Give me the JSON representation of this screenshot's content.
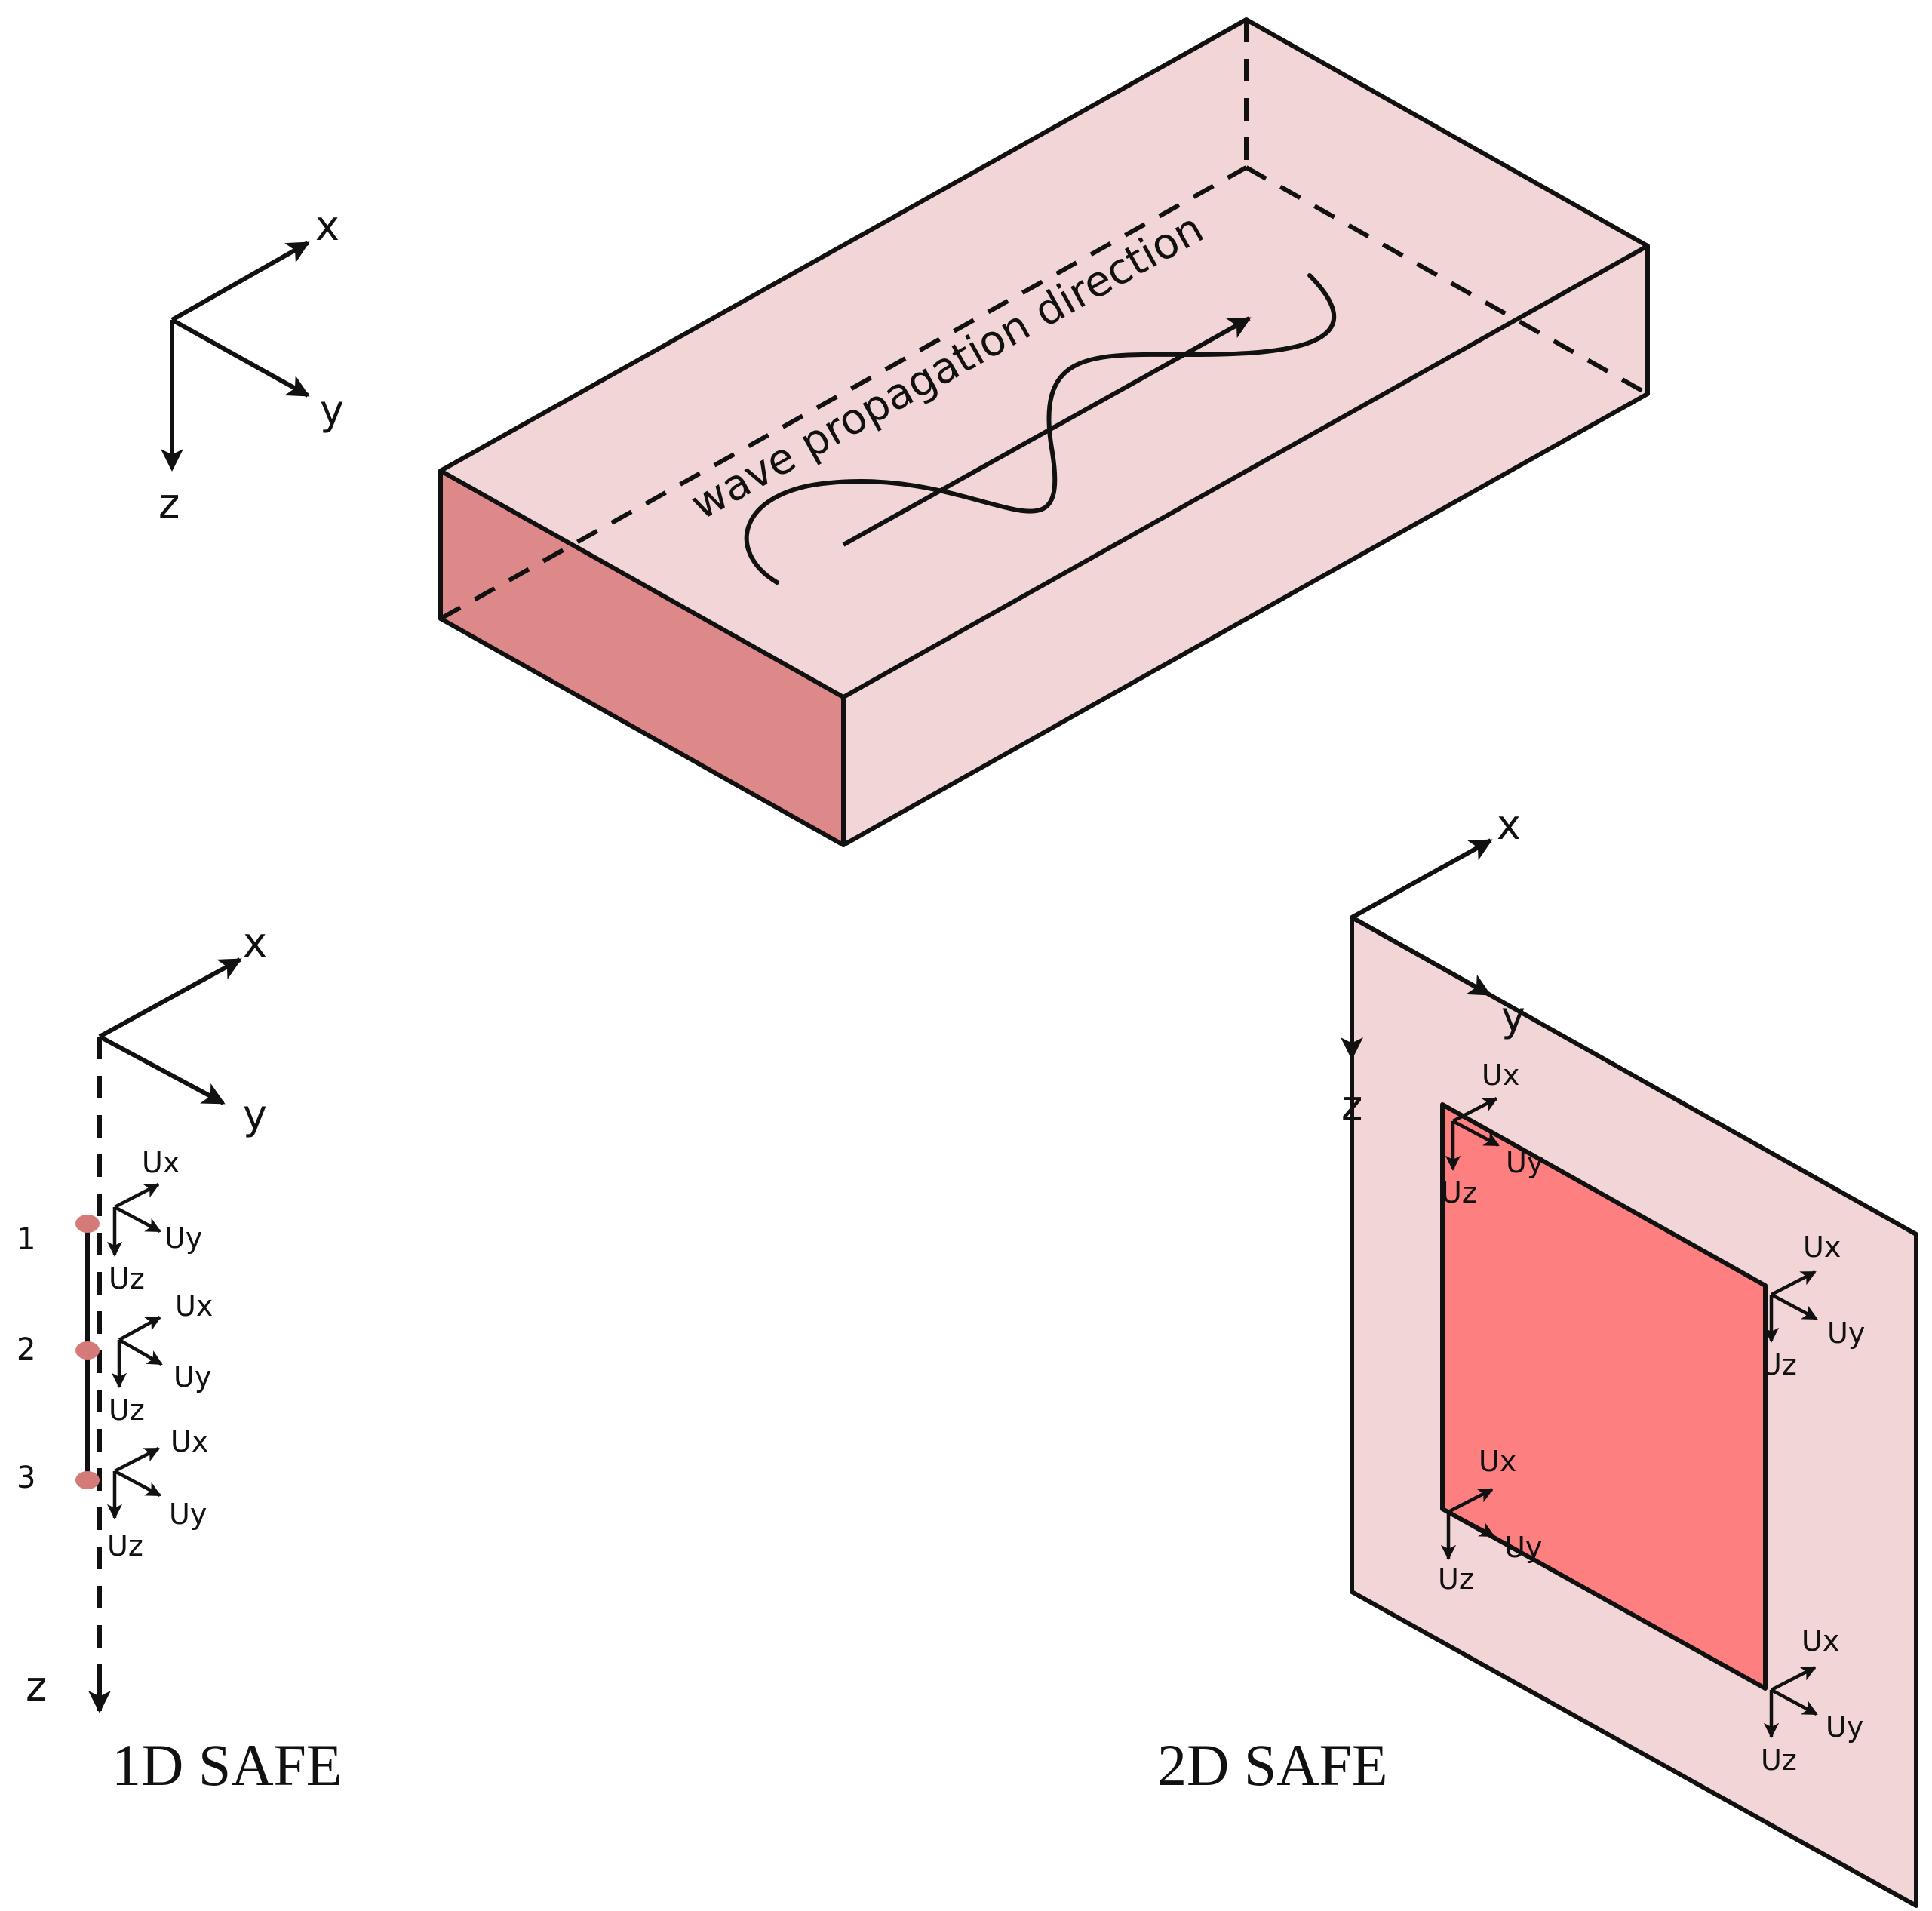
{
  "colors": {
    "face_light": "#f2d6d7",
    "face_dark": "#dd8989",
    "section": "#fe7f7f",
    "node": "#d47a78",
    "line": "#111111"
  },
  "top_axes": {
    "x": "x",
    "y": "y",
    "z": "z"
  },
  "wave_label": "wave propagation direction",
  "safe1d": {
    "axes": {
      "x": "x",
      "y": "y",
      "z": "z"
    },
    "nodes": [
      {
        "num": "1",
        "ux": "Ux",
        "uy": "Uy",
        "uz": "Uz"
      },
      {
        "num": "2",
        "ux": "Ux",
        "uy": "Uy",
        "uz": "Uz"
      },
      {
        "num": "3",
        "ux": "Ux",
        "uy": "Uy",
        "uz": "Uz"
      }
    ],
    "caption": "1D SAFE"
  },
  "safe2d": {
    "axes": {
      "x": "x",
      "y": "y",
      "z": "z"
    },
    "corners": [
      {
        "ux": "Ux",
        "uy": "Uy",
        "uz": "Uz"
      },
      {
        "ux": "Ux",
        "uy": "Uy",
        "uz": "Uz"
      },
      {
        "ux": "Ux",
        "uy": "Uy",
        "uz": "Uz"
      },
      {
        "ux": "Ux",
        "uy": "Uy",
        "uz": "Uz"
      }
    ],
    "caption": "2D SAFE"
  }
}
